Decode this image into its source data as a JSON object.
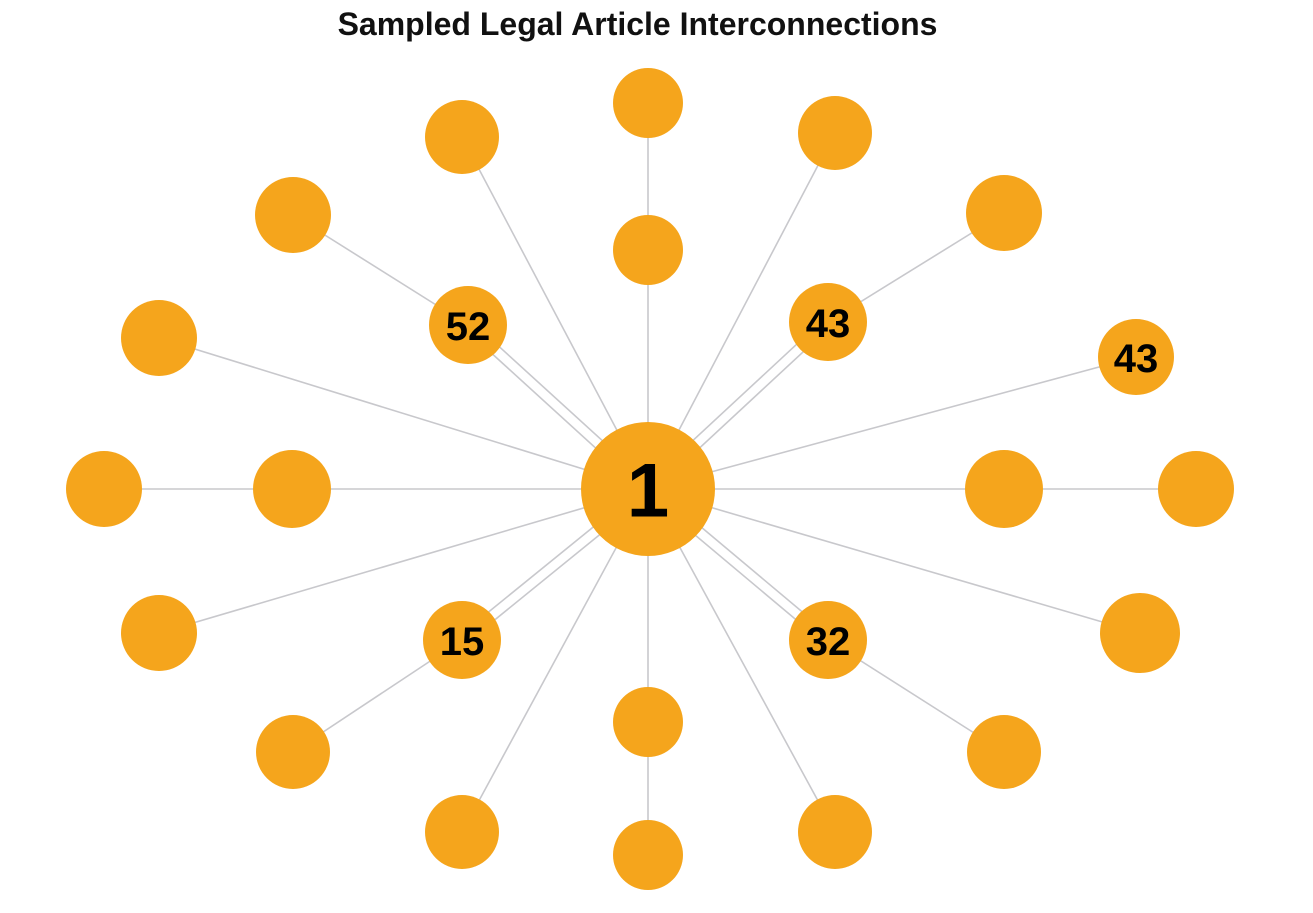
{
  "title": "Sampled Legal Article Interconnections",
  "colors": {
    "node": "#F5A51C",
    "edge": "#C8C8CC",
    "label": "#000000"
  },
  "nodes": [
    {
      "id": "center",
      "label": "1"
    },
    {
      "id": "n-top-outer",
      "label": ""
    },
    {
      "id": "n-top-inner",
      "label": ""
    },
    {
      "id": "n-upper-left-a",
      "label": ""
    },
    {
      "id": "n-upper-right-a",
      "label": ""
    },
    {
      "id": "n-upper-left-b",
      "label": ""
    },
    {
      "id": "n-upper-right-b",
      "label": ""
    },
    {
      "id": "n-52",
      "label": "52"
    },
    {
      "id": "n-43a",
      "label": "43"
    },
    {
      "id": "n-left-upper",
      "label": ""
    },
    {
      "id": "n-43b",
      "label": "43"
    },
    {
      "id": "n-left-outer",
      "label": ""
    },
    {
      "id": "n-left-inner",
      "label": ""
    },
    {
      "id": "n-right-inner",
      "label": ""
    },
    {
      "id": "n-right-outer",
      "label": ""
    },
    {
      "id": "n-left-lower",
      "label": ""
    },
    {
      "id": "n-right-lower",
      "label": ""
    },
    {
      "id": "n-15",
      "label": "15"
    },
    {
      "id": "n-32",
      "label": "32"
    },
    {
      "id": "n-lower-left-b",
      "label": ""
    },
    {
      "id": "n-lower-right-b",
      "label": ""
    },
    {
      "id": "n-bottom-inner",
      "label": ""
    },
    {
      "id": "n-bottom-outer",
      "label": ""
    },
    {
      "id": "n-lower-left-a",
      "label": ""
    },
    {
      "id": "n-lower-right-a",
      "label": ""
    }
  ],
  "edges": [
    [
      "n-top-outer",
      "n-top-inner"
    ],
    [
      "n-top-inner",
      "center"
    ],
    [
      "n-upper-left-a",
      "center"
    ],
    [
      "n-upper-right-a",
      "center"
    ],
    [
      "n-upper-left-b",
      "n-52"
    ],
    [
      "n-52",
      "center"
    ],
    [
      "n-52",
      "center"
    ],
    [
      "n-upper-right-b",
      "n-43a"
    ],
    [
      "n-43a",
      "center"
    ],
    [
      "n-43a",
      "center"
    ],
    [
      "n-left-upper",
      "center"
    ],
    [
      "n-43b",
      "center"
    ],
    [
      "n-left-outer",
      "n-left-inner"
    ],
    [
      "n-left-inner",
      "center"
    ],
    [
      "n-right-outer",
      "n-right-inner"
    ],
    [
      "n-right-inner",
      "center"
    ],
    [
      "n-left-lower",
      "center"
    ],
    [
      "n-right-lower",
      "center"
    ],
    [
      "n-lower-left-b",
      "n-15"
    ],
    [
      "n-15",
      "center"
    ],
    [
      "n-15",
      "center"
    ],
    [
      "n-lower-right-b",
      "n-32"
    ],
    [
      "n-32",
      "center"
    ],
    [
      "n-32",
      "center"
    ],
    [
      "n-bottom-outer",
      "n-bottom-inner"
    ],
    [
      "n-bottom-inner",
      "center"
    ],
    [
      "n-lower-left-a",
      "center"
    ],
    [
      "n-lower-right-a",
      "center"
    ]
  ]
}
